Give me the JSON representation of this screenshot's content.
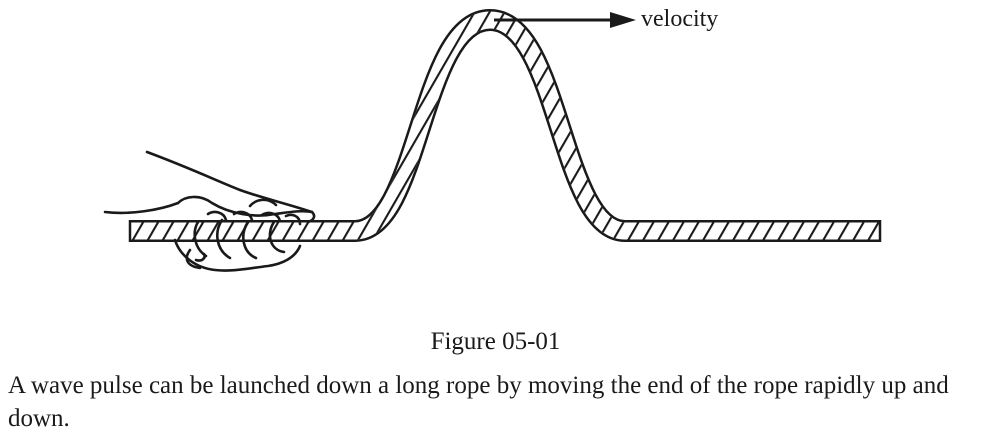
{
  "figure": {
    "velocity_label": "velocity",
    "caption": "Figure 05-01",
    "description": "A wave pulse can be launched down a long rope by moving the end of the rope rapidly up and down."
  }
}
